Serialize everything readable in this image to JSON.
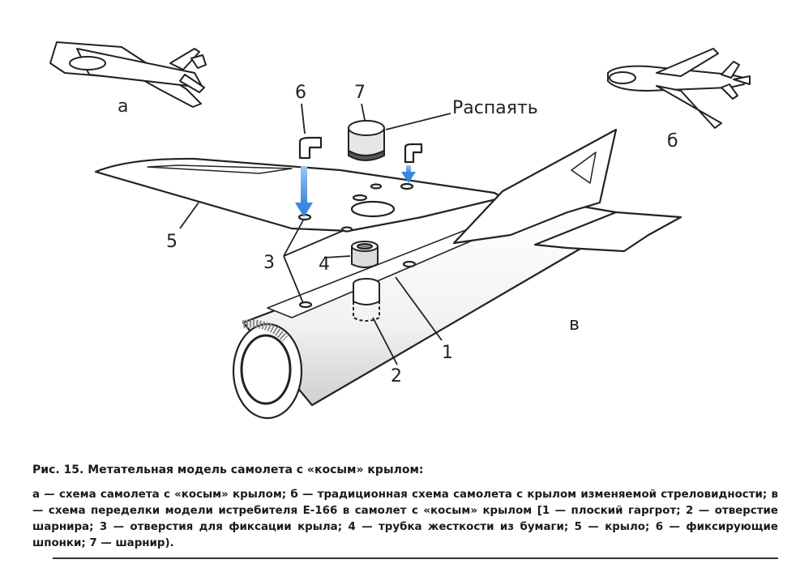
{
  "labels": {
    "a": "а",
    "b": "б",
    "v": "в",
    "n1": "1",
    "n2": "2",
    "n3": "3",
    "n4": "4",
    "n5": "5",
    "n6": "6",
    "n7": "7",
    "raspayat": "Распаять"
  },
  "caption": {
    "title": "Рис. 15. Метательная модель самолета с «косым» крылом:",
    "body": "а — схема самолета с «косым» крылом; б — традиционная схема самолета с крылом изменяемой стреловидности; в — схема переделки модели истребителя Е-166 в самолет с «косым» крылом [1 — плоский гаргрот; 2 — отверстие шарнира; 3 — отверстия для фиксации крыла; 4 — трубка жесткости из бумаги; 5 — крыло; 6 — фиксирующие шпонки; 7 — шарнир)."
  },
  "colors": {
    "ink": "#1a1a1a",
    "arrow_blue": "#4a90e2"
  }
}
